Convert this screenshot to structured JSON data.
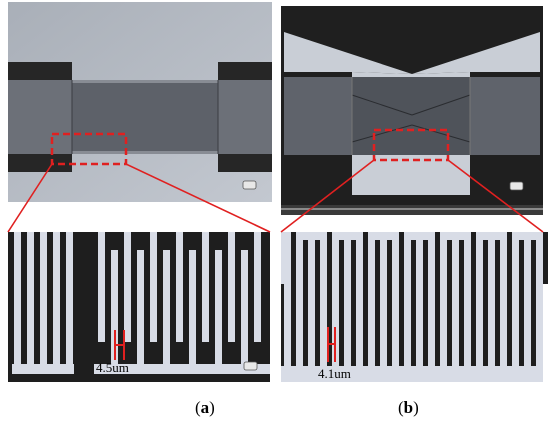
{
  "panels": [
    {
      "id": "a",
      "caption_letter": "a",
      "scale_bar_label": "4.5um",
      "scale_bar_color": "#e02020"
    },
    {
      "id": "b",
      "caption_letter": "b",
      "scale_bar_label": "4.1um",
      "scale_bar_color": "#e02020"
    }
  ],
  "colors": {
    "highlight_box": "#e02020",
    "connector_line": "#e02020",
    "metal_light": "#b8bec8",
    "substrate_dark": "#2a2a2a",
    "finger_light": "#d8dce6"
  }
}
